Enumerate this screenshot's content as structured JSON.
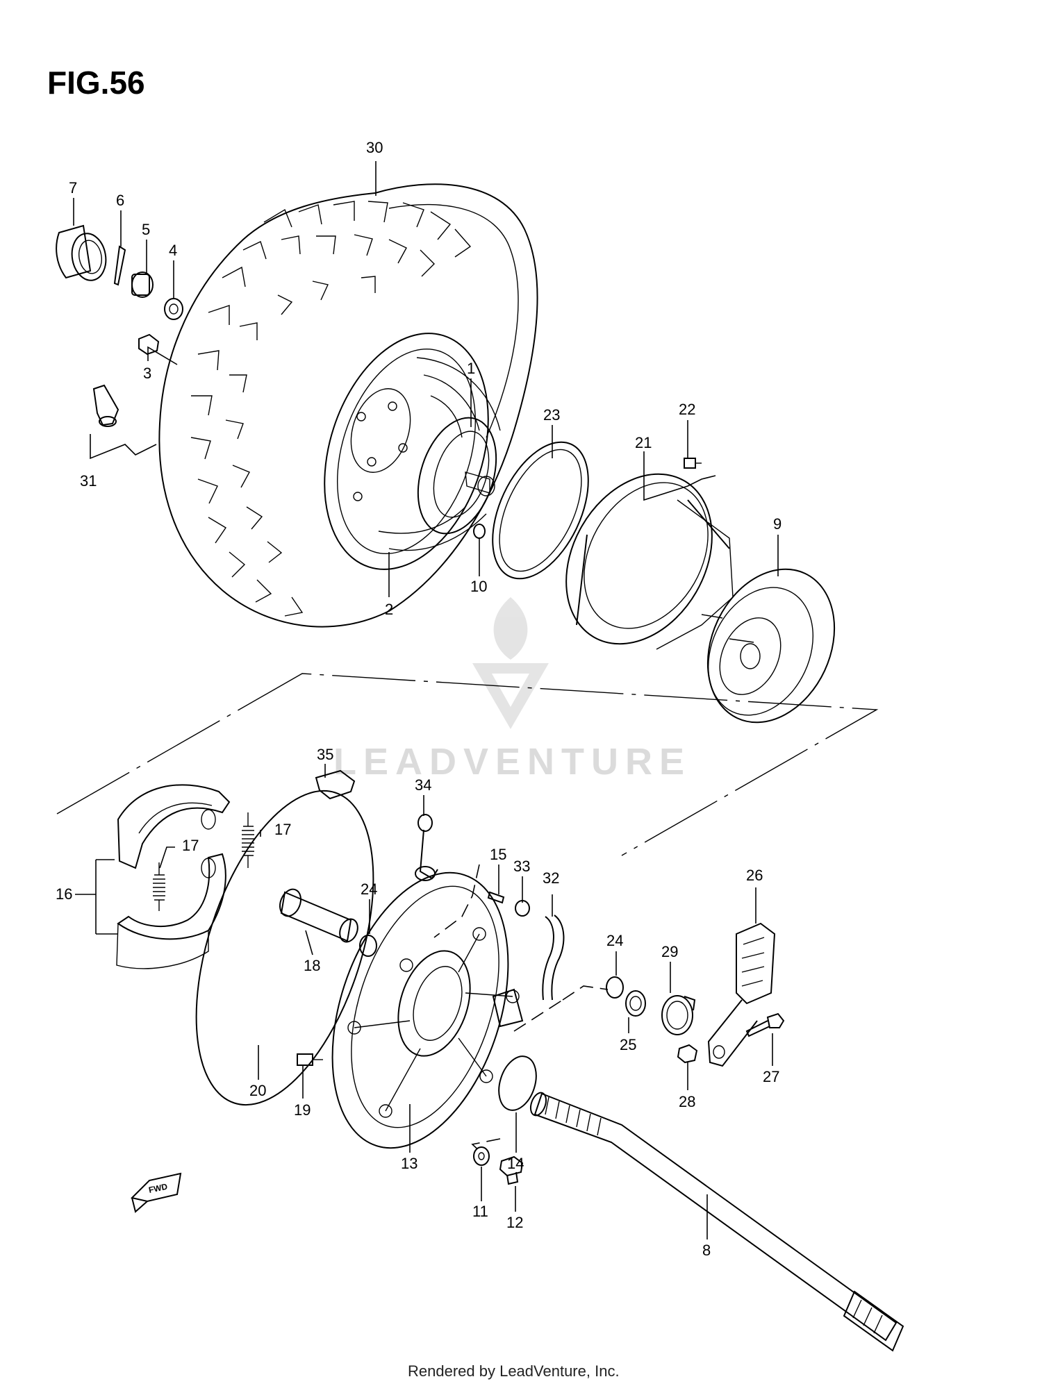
{
  "figure_title": "FIG.56",
  "footer": "Rendered by LeadVenture, Inc.",
  "watermark": "LEADVENTURE",
  "fwd_label": "FWD",
  "callouts": [
    {
      "id": "c30",
      "text": "30"
    },
    {
      "id": "c7",
      "text": "7"
    },
    {
      "id": "c6",
      "text": "6"
    },
    {
      "id": "c5",
      "text": "5"
    },
    {
      "id": "c4",
      "text": "4"
    },
    {
      "id": "c3",
      "text": "3"
    },
    {
      "id": "c31",
      "text": "31"
    },
    {
      "id": "c1",
      "text": "1"
    },
    {
      "id": "c23",
      "text": "23"
    },
    {
      "id": "c22",
      "text": "22"
    },
    {
      "id": "c21",
      "text": "21"
    },
    {
      "id": "c9",
      "text": "9"
    },
    {
      "id": "c10",
      "text": "10"
    },
    {
      "id": "c2",
      "text": "2"
    },
    {
      "id": "c35",
      "text": "35"
    },
    {
      "id": "c34",
      "text": "34"
    },
    {
      "id": "c17a",
      "text": "17"
    },
    {
      "id": "c17b",
      "text": "17"
    },
    {
      "id": "c16",
      "text": "16"
    },
    {
      "id": "c15",
      "text": "15"
    },
    {
      "id": "c33",
      "text": "33"
    },
    {
      "id": "c32",
      "text": "32"
    },
    {
      "id": "c26",
      "text": "26"
    },
    {
      "id": "c24a",
      "text": "24"
    },
    {
      "id": "c24b",
      "text": "24"
    },
    {
      "id": "c29",
      "text": "29"
    },
    {
      "id": "c18",
      "text": "18"
    },
    {
      "id": "c25",
      "text": "25"
    },
    {
      "id": "c27",
      "text": "27"
    },
    {
      "id": "c28",
      "text": "28"
    },
    {
      "id": "c20",
      "text": "20"
    },
    {
      "id": "c19",
      "text": "19"
    },
    {
      "id": "c13",
      "text": "13"
    },
    {
      "id": "c14",
      "text": "14"
    },
    {
      "id": "c11",
      "text": "11"
    },
    {
      "id": "c12",
      "text": "12"
    },
    {
      "id": "c8",
      "text": "8"
    }
  ]
}
